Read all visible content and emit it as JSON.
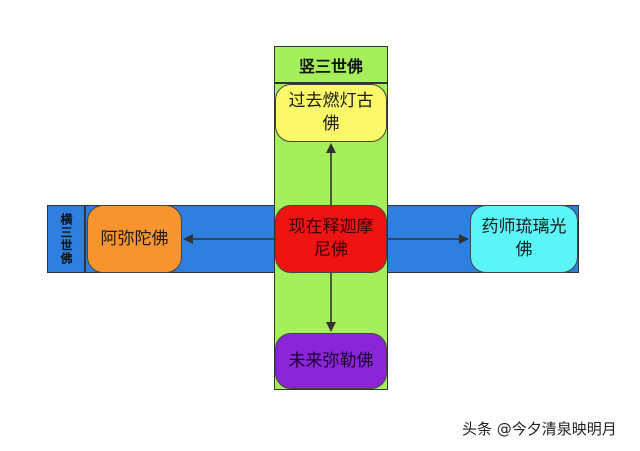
{
  "vertical_group": {
    "title": "竖三世佛"
  },
  "horizontal_group": {
    "title": "横三世佛"
  },
  "nodes": {
    "top": {
      "label": "过去燃灯古佛",
      "color": "#fbf86a"
    },
    "center": {
      "label": "现在释迦摩尼佛",
      "color": "#ef1414"
    },
    "bottom": {
      "label": "未来弥勒佛",
      "color": "#8a26d8"
    },
    "left": {
      "label": "阿弥陀佛",
      "color": "#f79430"
    },
    "right": {
      "label": "药师琉璃光佛",
      "color": "#5cf5f7"
    }
  },
  "colors": {
    "horizontal_band": "#2f7fe0",
    "vertical_band": "#a5f05a",
    "arrow": "#333333"
  },
  "watermark": {
    "text": "头条 @今夕清泉映明月"
  }
}
